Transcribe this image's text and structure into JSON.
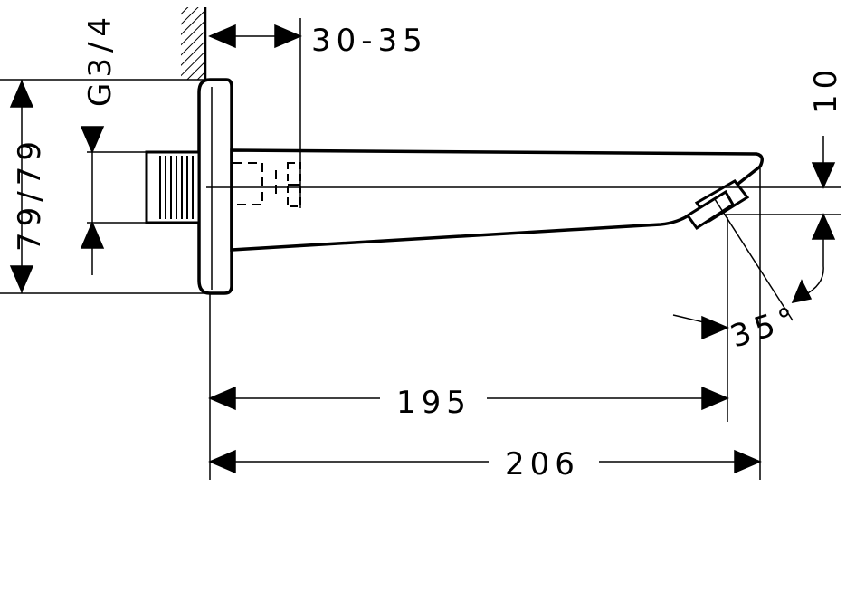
{
  "dimensions": {
    "wall_projection": "30-35",
    "thread": "G3/4",
    "rosette_height": "79/79",
    "outlet_height": "10",
    "angle": "35°",
    "length_outlet": "195",
    "length_total": "206"
  }
}
